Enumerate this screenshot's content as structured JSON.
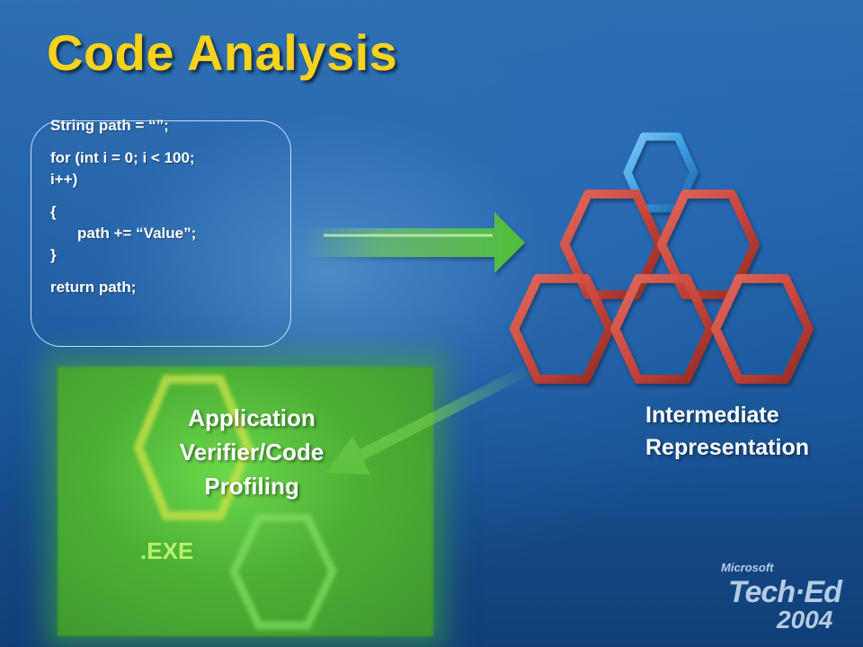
{
  "slide": {
    "title": "Code Analysis"
  },
  "code": {
    "lines": [
      "String path = “”;",
      "for (int i = 0; i < 100;",
      "i++)",
      "{",
      "path += “Value”;",
      "}",
      "return path;"
    ]
  },
  "diagram": {
    "intermediate_label_line1": "Intermediate",
    "intermediate_label_line2": "Representation",
    "verifier_label_line1": "Application",
    "verifier_label_line2": "Verifier/Code",
    "verifier_label_line3": "Profiling",
    "exe_label": ".EXE"
  },
  "logo": {
    "brand": "Microsoft",
    "event": "Tech·Ed",
    "year": "2004"
  },
  "colors": {
    "title": "#f9d21a",
    "hex_red": "#c8473d",
    "hex_blue": "#3d9be0",
    "arrow_green": "#5cc43c",
    "panel_green": "#4cb036"
  }
}
